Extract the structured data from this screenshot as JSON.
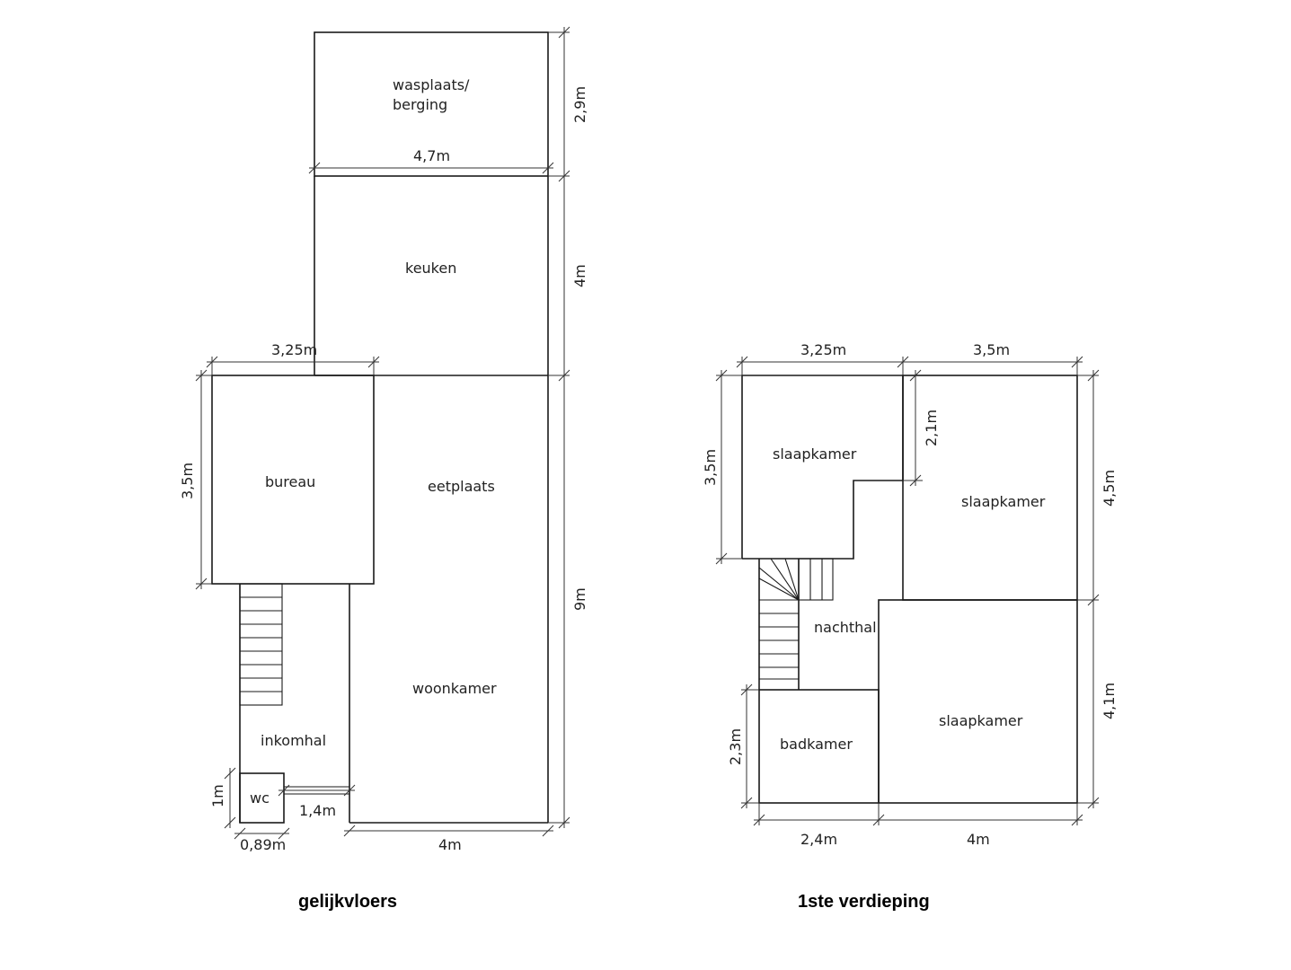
{
  "ground_floor": {
    "title": "gelijkvloers",
    "rooms": {
      "wasplaats_line1": "wasplaats/",
      "wasplaats_line2": "berging",
      "keuken": "keuken",
      "bureau": "bureau",
      "eetplaats": "eetplaats",
      "woonkamer": "woonkamer",
      "inkomhal": "inkomhal",
      "wc": "wc"
    },
    "dimensions": {
      "wasplaats_width": "4,7m",
      "wasplaats_depth": "2,9m",
      "keuken_depth": "4m",
      "total_depth": "9m",
      "bureau_width": "3,25m",
      "bureau_depth": "3,5m",
      "wc_depth": "1m",
      "wc_width": "0,89m",
      "hall_width": "1,4m",
      "living_width": "4m"
    }
  },
  "first_floor": {
    "title": "1ste verdieping",
    "rooms": {
      "slaapkamer_1": "slaapkamer",
      "slaapkamer_2": "slaapkamer",
      "slaapkamer_3": "slaapkamer",
      "nachthal": "nachthal",
      "badkamer": "badkamer"
    },
    "dimensions": {
      "top_left_width": "3,25m",
      "top_right_width": "3,5m",
      "left_depth": "3,5m",
      "inner_depth": "2,1m",
      "right_top_depth": "4,5m",
      "right_bottom_depth": "4,1m",
      "bath_depth": "2,3m",
      "bath_width": "2,4m",
      "bottom_right_width": "4m"
    }
  }
}
